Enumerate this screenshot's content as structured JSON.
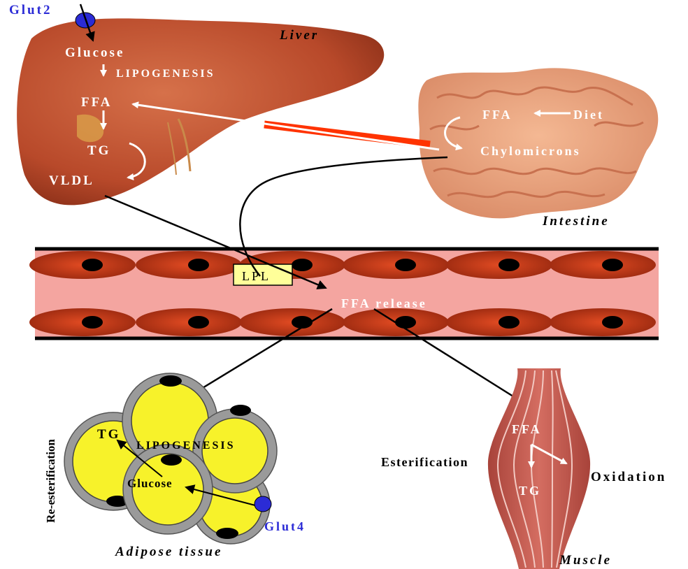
{
  "labels": {
    "glut2": "Glut2",
    "liver": "Liver",
    "glucose_liver": "Glucose",
    "lipogenesis_liver": "LIPOGENESIS",
    "ffa_liver": "FFA",
    "tg_liver": "TG",
    "vldl": "VLDL",
    "ffa_intestine": "FFA",
    "diet": "Diet",
    "chylomicrons": "Chylomicrons",
    "intestine": "Intestine",
    "lpl": "LPL",
    "ffa_release": "FFA release",
    "re_esterification": "Re-esterification",
    "tg_adipose": "TG",
    "lipogenesis_adipose": "LIPOGENESIS",
    "glucose_adipose": "Glucose",
    "glut4": "Glut4",
    "adipose_tissue": "Adipose tissue",
    "ffa_muscle": "FFA",
    "esterification": "Esterification",
    "oxidation": "Oxidation",
    "tg_muscle": "TG",
    "muscle": "Muscle"
  },
  "colors": {
    "liver": "#b8492a",
    "intestine": "#e8a07a",
    "vessel_lumen": "#f4a5a0",
    "red_cell": "#c0391b",
    "adipocyte": "#f7f22a",
    "glut": "#2b2bd6",
    "lpl_box": "#ffff99",
    "highlight_bar": "#ff3300",
    "muscle": "#c75a4e"
  },
  "icons": [
    "glut2-transporter",
    "glut4-transporter",
    "red-blood-cell",
    "adipocyte",
    "muscle-fiber"
  ]
}
